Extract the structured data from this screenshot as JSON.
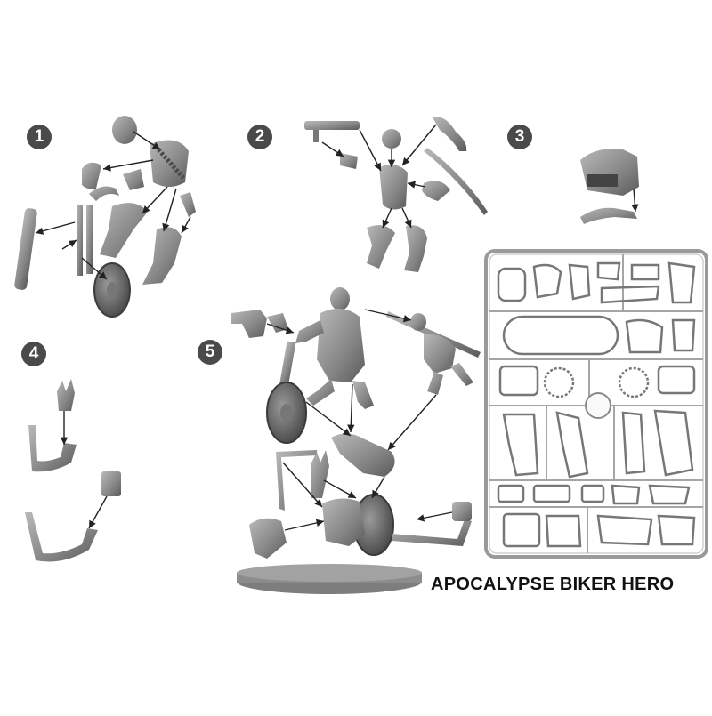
{
  "steps": [
    {
      "number": "1"
    },
    {
      "number": "2"
    },
    {
      "number": "3"
    },
    {
      "number": "4"
    },
    {
      "number": "5"
    }
  ],
  "title": "APOCALYPSE BIKER HERO",
  "colors": {
    "part_fill": "#8a8a8a",
    "part_dark": "#5c5c5c",
    "part_light": "#b5b5b5",
    "arrow": "#222222",
    "sprue": "#c9c9c9",
    "badge": "#4a4a4a",
    "base": "#7d7d7d"
  }
}
